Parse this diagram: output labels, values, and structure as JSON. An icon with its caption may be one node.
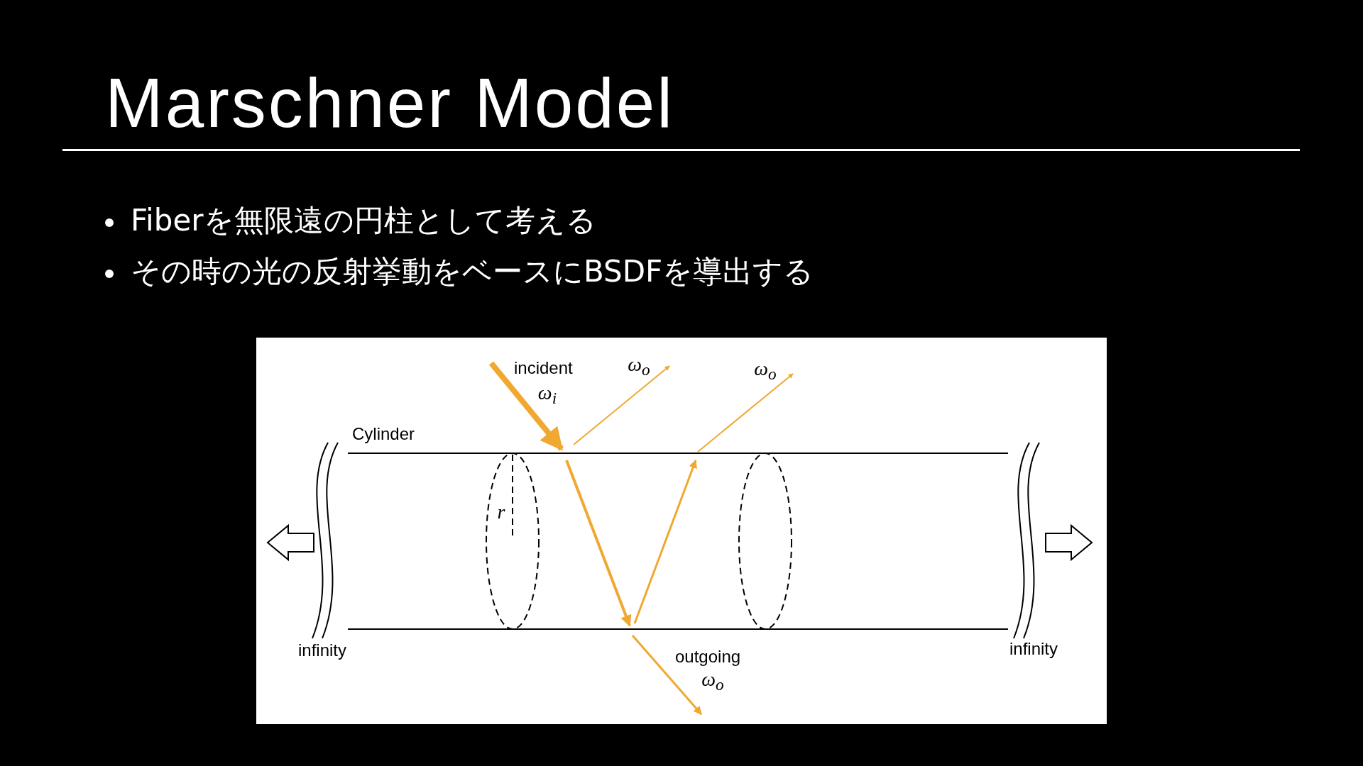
{
  "diagram": {
    "title": "Marschner Model",
    "labels": [
      "Fiberを無限遠の円柱として考える",
      "その時の光の反射挙動をベースにBSDFを導出する",
      "incident",
      "ω$_{i}$",
      "ω$_{o}$",
      "ω$_{o}$",
      "Cylinder",
      "r",
      "infinity",
      "infinity",
      "outgoing",
      "ω$_{o}$"
    ]
  }
}
